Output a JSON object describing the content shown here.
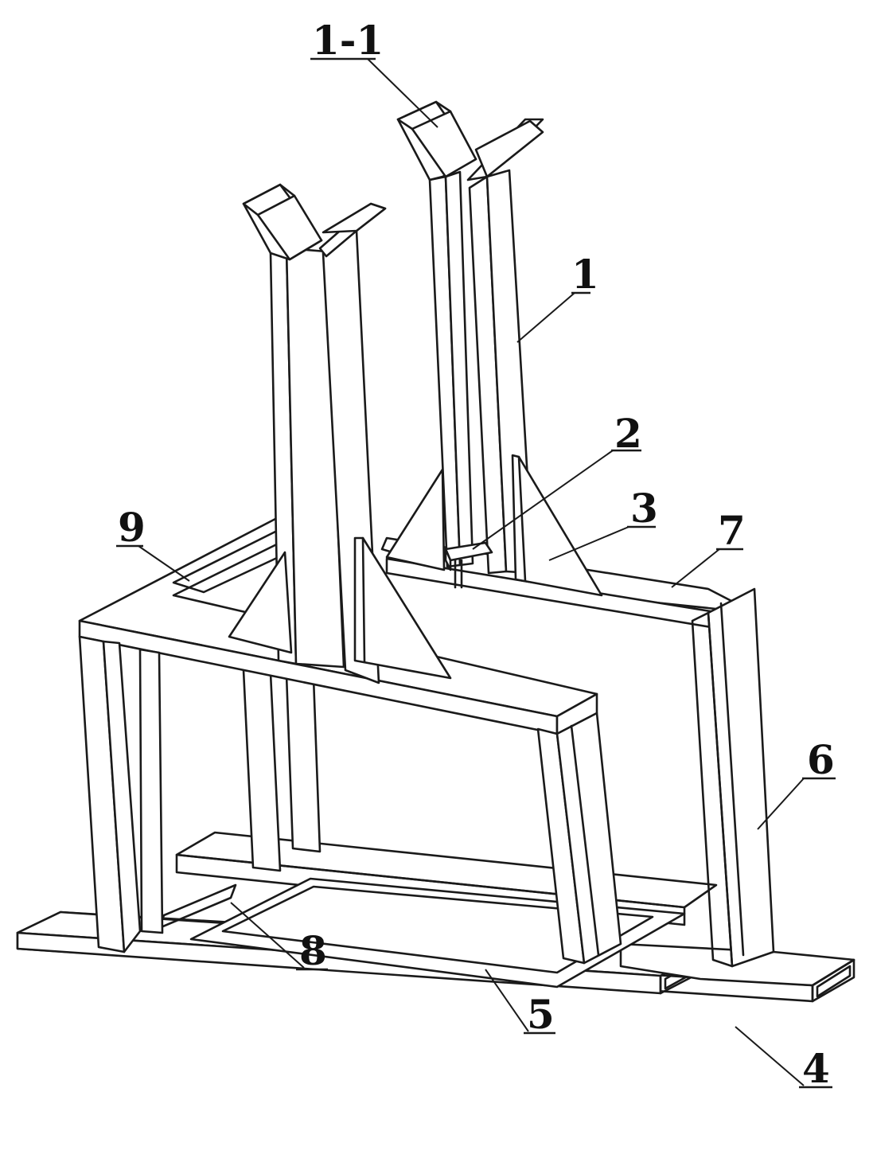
{
  "labels": {
    "l_1_1": "1-1",
    "l_1": "1",
    "l_2": "2",
    "l_3": "3",
    "l_7": "7",
    "l_9": "9",
    "l_6": "6",
    "l_8": "8",
    "l_5": "5",
    "l_4": "4"
  }
}
